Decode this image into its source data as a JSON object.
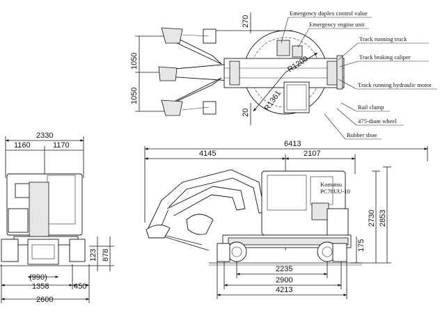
{
  "callouts": {
    "emergency_duplex": "Emergency duplex control value",
    "emergency_engine": "Emergency engine unit",
    "track_running_truck": "Track running truck",
    "track_braking_caliper": "Track braking caliper",
    "track_running_motor": "Track running hydraulic motor",
    "rail_clamp": "Rail clamp",
    "wheel": "475-diam wheel",
    "rubber_shoe": "Rubber shoe"
  },
  "top_view": {
    "d270": "270",
    "d1050a": "1050",
    "d1050b": "1050",
    "d20": "20",
    "r1200": "R1200",
    "r1361": "R1361"
  },
  "front_view": {
    "d2330": "2330",
    "d1160": "1160",
    "d1170": "1170",
    "d123": "123",
    "d878": "878",
    "d990": "(990)",
    "d1358": "1358",
    "d450": "450",
    "d2600": "2600"
  },
  "side_view": {
    "d6413": "6413",
    "d4145": "4145",
    "d2107": "2107",
    "d2730": "2730",
    "d2853": "2853",
    "d175": "175",
    "d2235": "2235",
    "d2900": "2900",
    "d4213": "4213",
    "model_make": "Komatsu",
    "model_name": "PC78UU-10"
  }
}
